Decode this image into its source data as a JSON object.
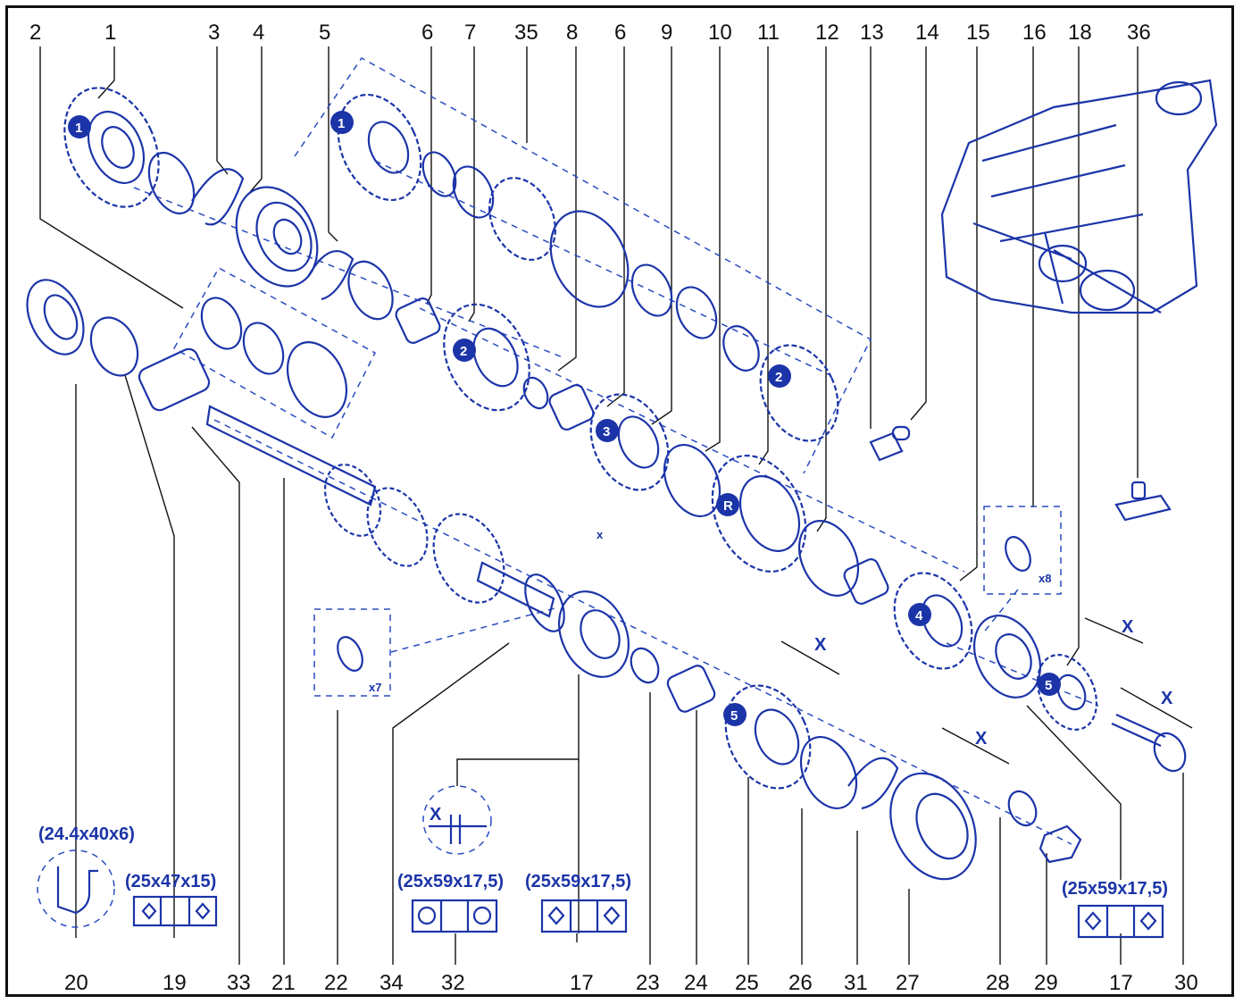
{
  "top_numbers": [
    "2",
    "1",
    "3",
    "4",
    "5",
    "6",
    "7",
    "35",
    "8",
    "6",
    "9",
    "10",
    "11",
    "12",
    "13",
    "14",
    "15",
    "16",
    "18",
    "36"
  ],
  "bottom_numbers": [
    "20",
    "19",
    "33",
    "21",
    "22",
    "34",
    "32",
    "17",
    "23",
    "24",
    "25",
    "26",
    "31",
    "27",
    "28",
    "29",
    "17",
    "30"
  ],
  "gear_badges": [
    "1",
    "1",
    "2",
    "2",
    "3",
    "R",
    "4",
    "5",
    "5"
  ],
  "dimensions": {
    "seal": "(24.4x40x6)",
    "bearing_19": "(25x47x15)",
    "bearing_32": "(25x59x17,5)",
    "bearing_17a": "(25x59x17,5)",
    "bearing_17b": "(25x59x17,5)"
  },
  "multipliers": {
    "washer_22": "x7",
    "washer_16": "x8"
  },
  "x_labels": [
    "x",
    "X",
    "X",
    "X",
    "X",
    "X"
  ],
  "colors": {
    "line": "#1b34a8",
    "text": "#111111"
  }
}
